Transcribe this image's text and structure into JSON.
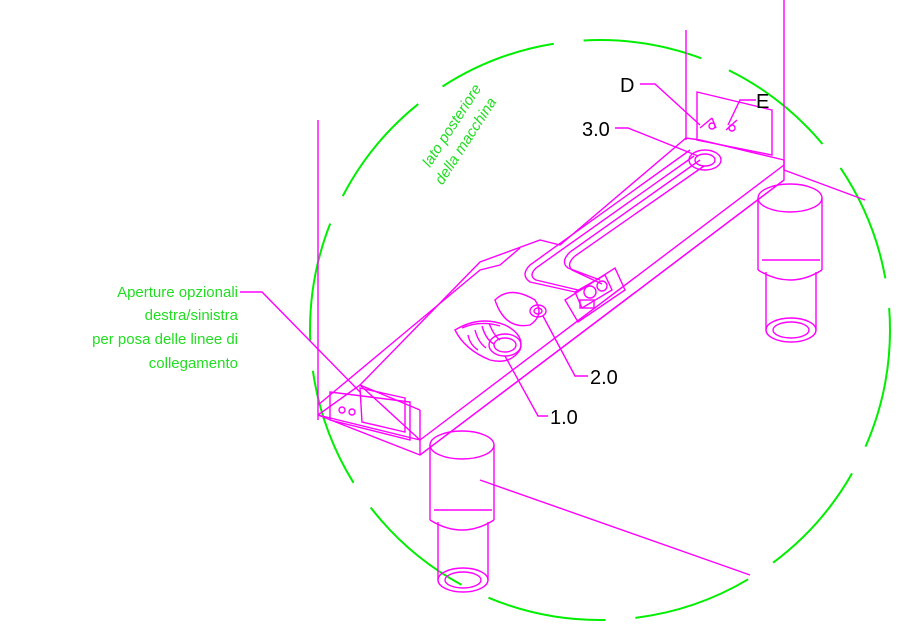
{
  "colors": {
    "drawing": "#ff00ff",
    "circle": "#00ee00",
    "note_text": "#22dd22",
    "labels": "#000000",
    "background": "#ffffff"
  },
  "notes": {
    "rear_line1": "lato posteriore",
    "rear_line2": "della macchina",
    "openings_line1": "Aperture opzionali",
    "openings_line2": "destra/sinistra",
    "openings_line3": "per posa delle linee di",
    "openings_line4": "collegamento"
  },
  "callouts": {
    "d": "D",
    "e": "E",
    "c3": "3.0",
    "c2": "2.0",
    "c1": "1.0"
  }
}
